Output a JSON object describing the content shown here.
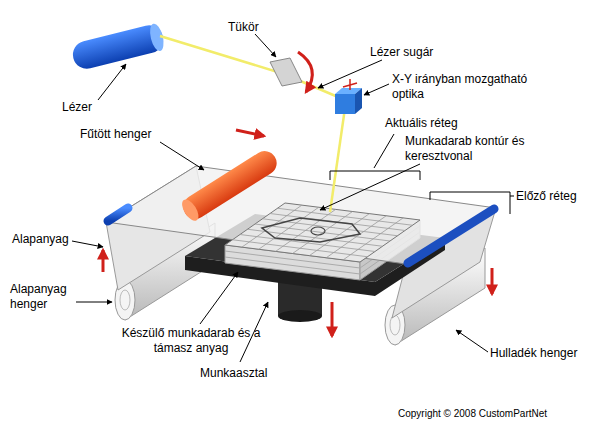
{
  "diagram": {
    "labels": [
      "Tükör",
      "Lézer sugár",
      "X-Y irányban mozgatható optika",
      "Lézer",
      "Aktuális réteg",
      "Fűtött henger",
      "Munkadarab kontúr és keresztvonal",
      "Előző réteg",
      "Alapanyag",
      "Alapanyag henger",
      "Készülő munkadarab és a támasz anyag",
      "Hulladék henger",
      "Munkaasztal",
      "Copyright © 2008 CustomPartNet"
    ]
  }
}
